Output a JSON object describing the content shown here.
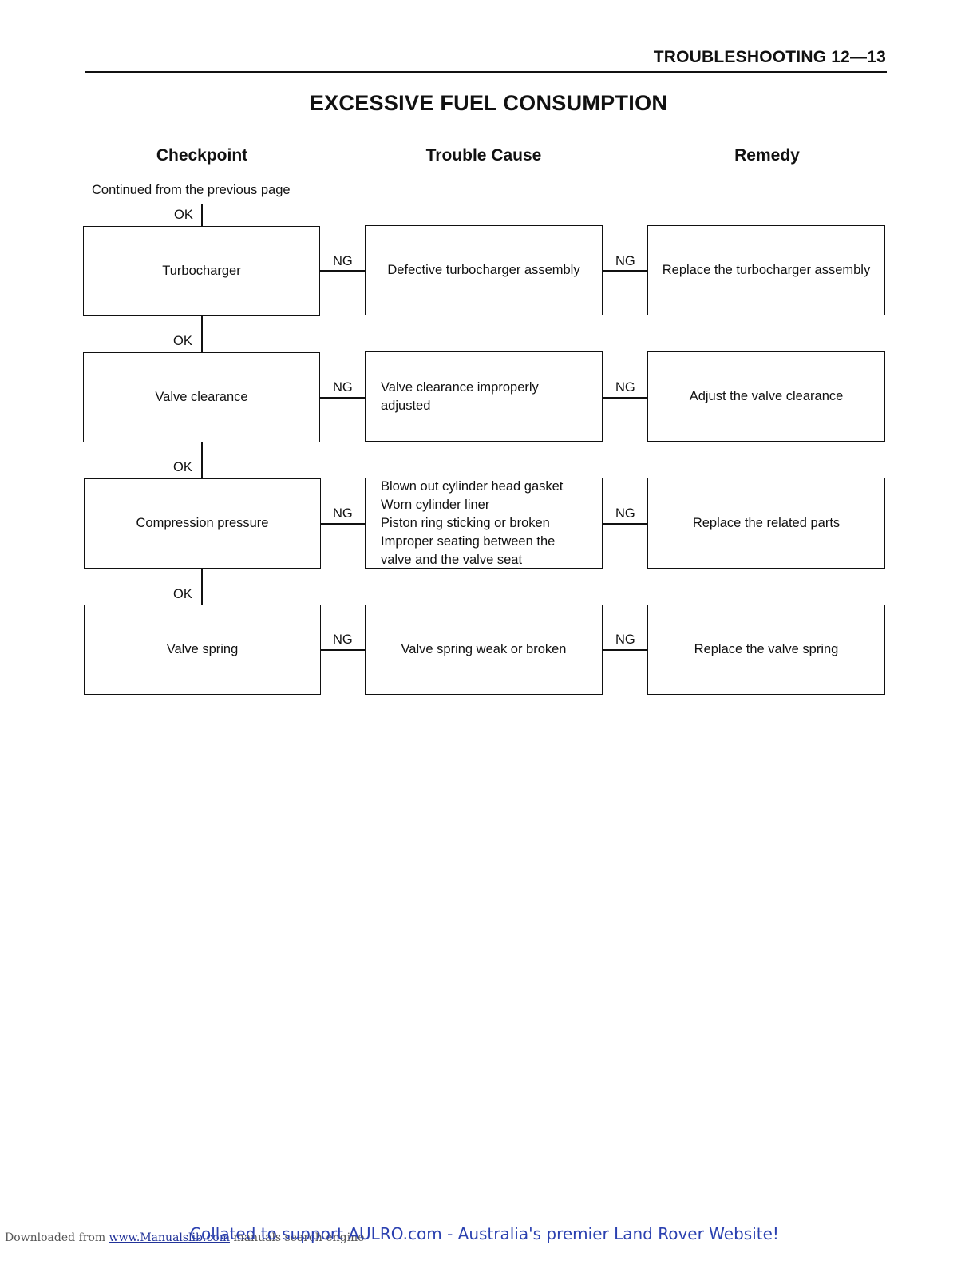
{
  "header": {
    "section": "TROUBLESHOOTING 12—13"
  },
  "title": "EXCESSIVE FUEL CONSUMPTION",
  "columns": {
    "checkpoint": "Checkpoint",
    "cause": "Trouble Cause",
    "remedy": "Remedy"
  },
  "continued": "Continued from the previous page",
  "ok_label": "OK",
  "ng_label": "NG",
  "rows": [
    {
      "checkpoint": "Turbocharger",
      "cause": [
        "Defective turbocharger assembly"
      ],
      "remedy": "Replace the turbocharger assembly"
    },
    {
      "checkpoint": "Valve clearance",
      "cause": [
        "Valve clearance improperly",
        "adjusted"
      ],
      "remedy": "Adjust the valve clearance"
    },
    {
      "checkpoint": "Compression pressure",
      "cause": [
        "Blown out cylinder head gasket",
        "Worn cylinder liner",
        "Piston ring sticking or broken",
        "Improper seating between the",
        "valve and the valve seat"
      ],
      "remedy": "Replace the related parts"
    },
    {
      "checkpoint": "Valve spring",
      "cause": [
        "Valve spring weak or broken"
      ],
      "remedy": "Replace the valve spring"
    }
  ],
  "footer": {
    "downloaded": "Downloaded from",
    "link": "www.Manualslib.com",
    "engine": "manuals search engine",
    "collated": "Collated to support AULRO.com - Australia's premier Land Rover Website!"
  }
}
